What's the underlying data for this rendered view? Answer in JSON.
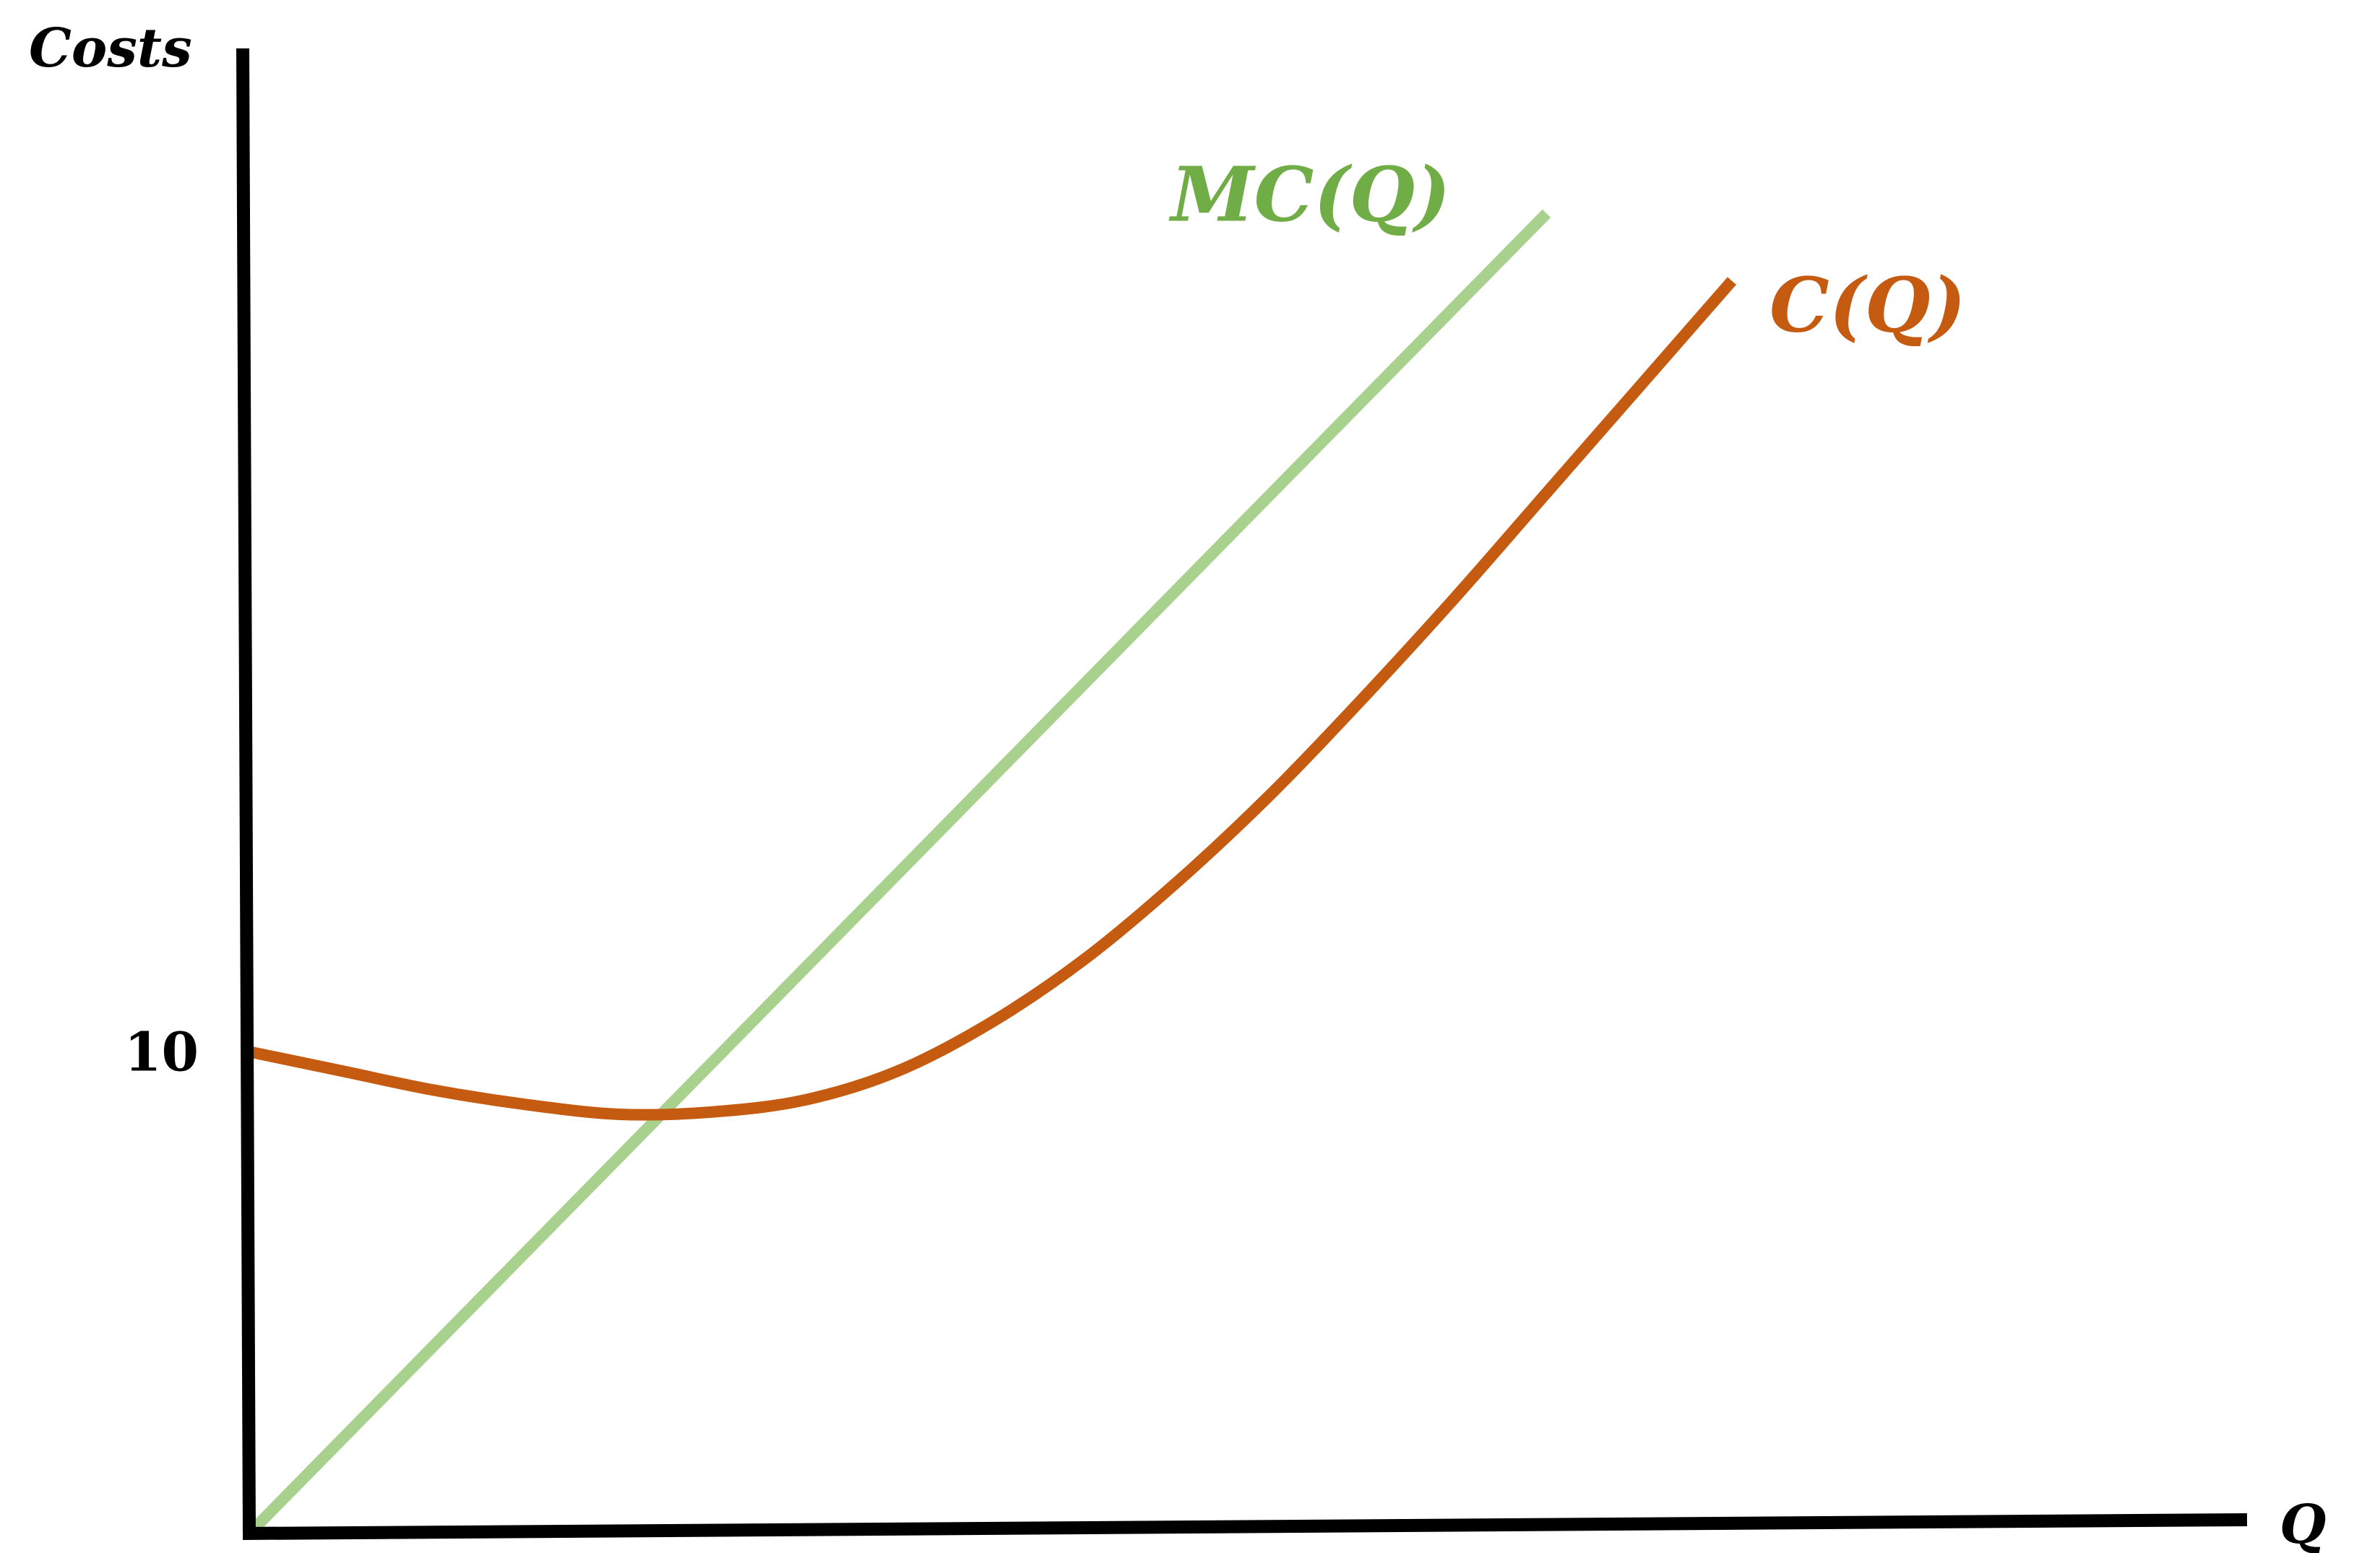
{
  "chart_data": {
    "type": "line",
    "xlabel": "Q",
    "ylabel": "Costs",
    "title": "",
    "grid": false,
    "legend": "none",
    "yticks": [
      {
        "value": 10,
        "label": "10"
      }
    ],
    "xlim": [
      0,
      10
    ],
    "ylim": [
      0,
      30
    ],
    "series": [
      {
        "name": "MC(Q)",
        "color": "#a9d18e",
        "label_color": "#70ad47",
        "points": [
          [
            0,
            0
          ],
          [
            7,
            27.4
          ]
        ]
      },
      {
        "name": "C(Q)",
        "color": "#c55a11",
        "label_color": "#c55a11",
        "points": [
          [
            0,
            10
          ],
          [
            0.5,
            9.6
          ],
          [
            1,
            9.2
          ],
          [
            1.5,
            8.9
          ],
          [
            2,
            8.7
          ],
          [
            2.5,
            8.75
          ],
          [
            3,
            9.0
          ],
          [
            3.5,
            9.6
          ],
          [
            4,
            10.6
          ],
          [
            4.5,
            11.9
          ],
          [
            5,
            13.5
          ],
          [
            5.5,
            15.3
          ],
          [
            6,
            17.3
          ],
          [
            6.5,
            19.4
          ],
          [
            7,
            21.6
          ],
          [
            7.5,
            23.8
          ],
          [
            8,
            26.0
          ]
        ]
      }
    ]
  }
}
